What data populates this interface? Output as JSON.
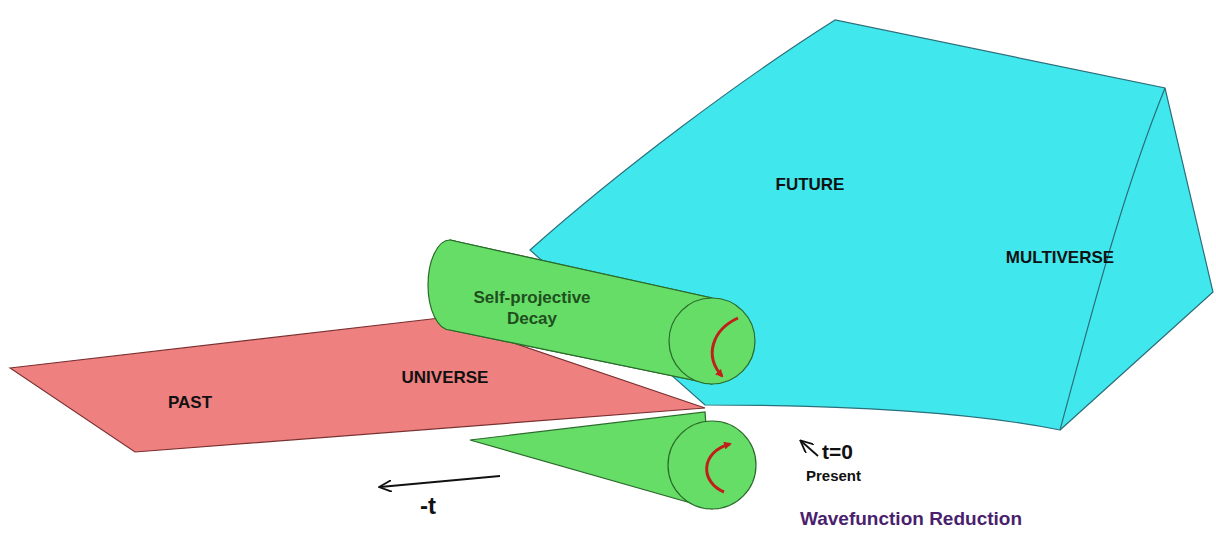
{
  "diagram": {
    "nodes": [
      {
        "text": [
          "FUTURE",
          "MULTIVERSE"
        ]
      },
      {
        "text": [
          "Self-projective Decay"
        ]
      },
      {
        "text": [
          "PAST",
          "UNIVERSE"
        ]
      }
    ],
    "labels": [
      "t=0",
      "Present",
      "-t",
      "Wavefunction Reduction"
    ]
  }
}
